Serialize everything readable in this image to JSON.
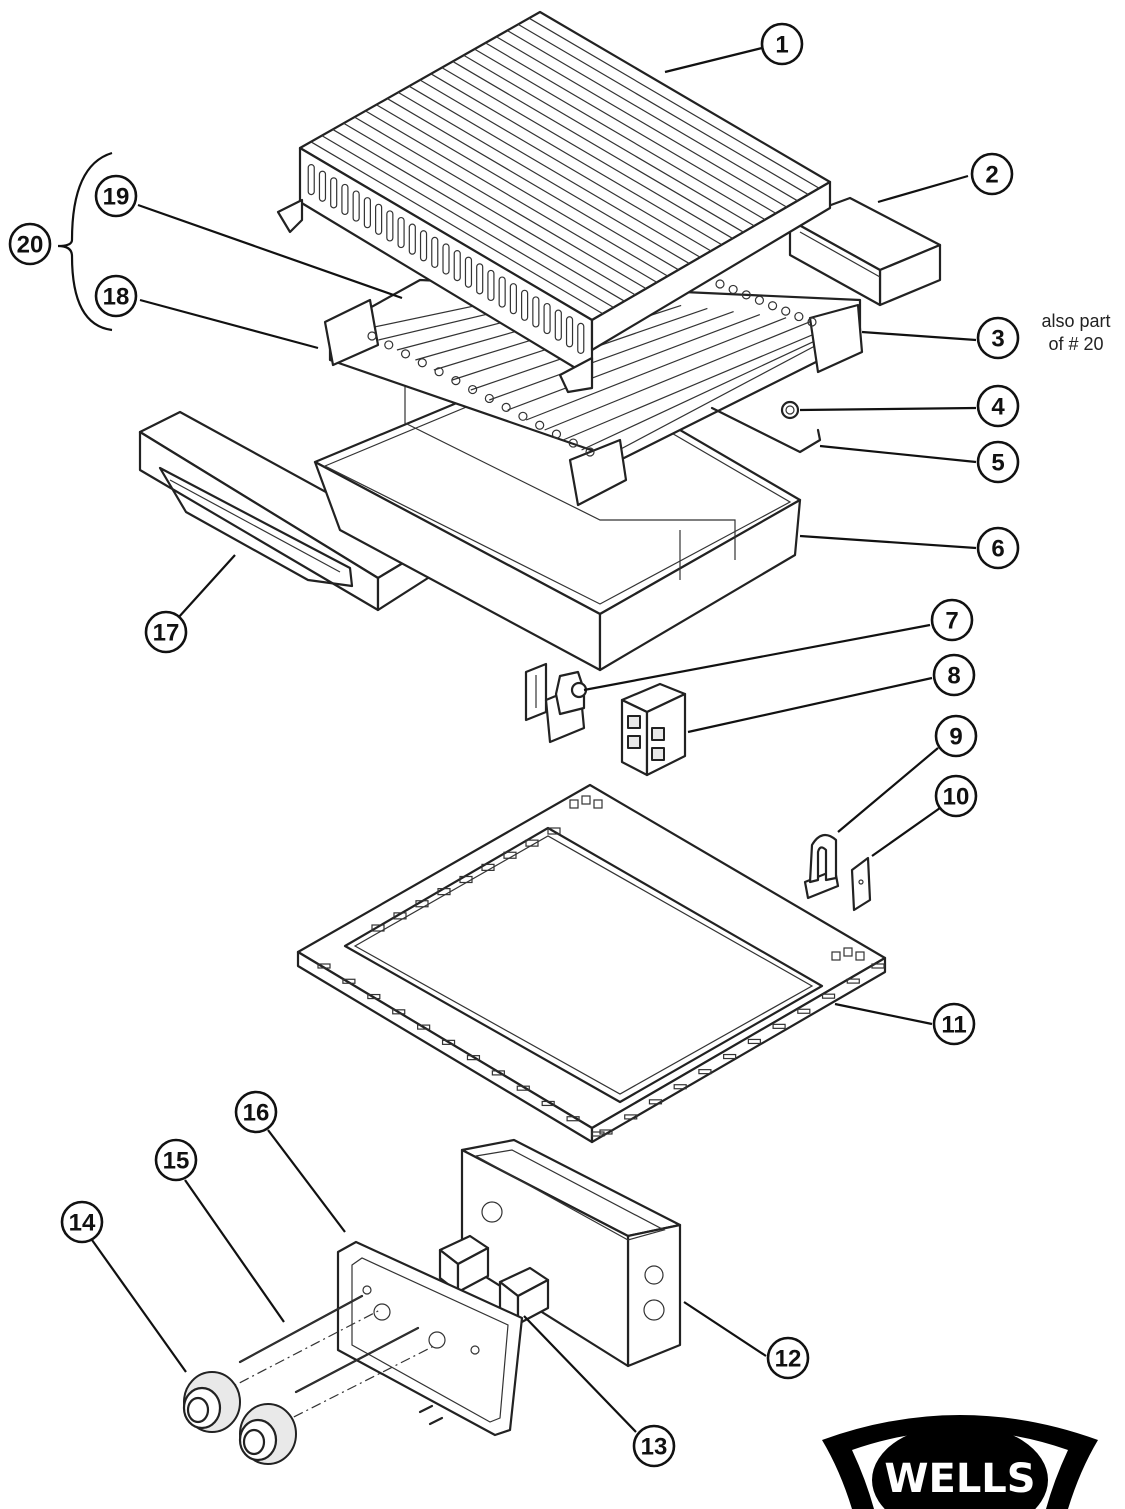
{
  "callouts": [
    "1",
    "2",
    "3",
    "4",
    "5",
    "6",
    "7",
    "8",
    "9",
    "10",
    "11",
    "12",
    "13",
    "14",
    "15",
    "16",
    "17",
    "18",
    "19",
    "20"
  ],
  "note": {
    "line1": "also part",
    "line2": "of # 20"
  },
  "brand": {
    "logo_text": "WELLS"
  },
  "colors": {
    "ink": "#222222",
    "paper": "#ffffff",
    "logo": "#000000"
  }
}
